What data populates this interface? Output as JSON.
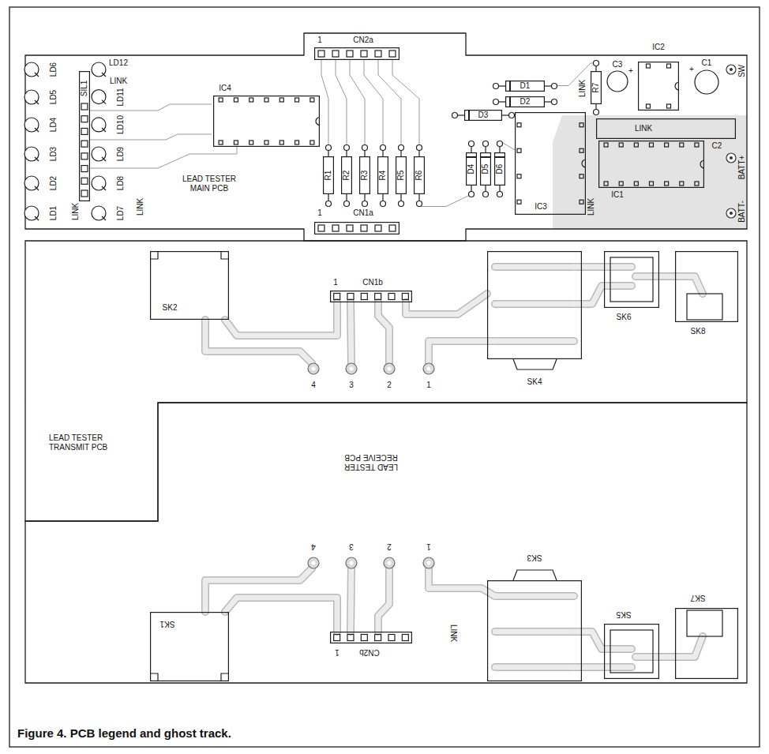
{
  "diagram": {
    "caption": "Figure 4. PCB legend and ghost track.",
    "nodes": [
      {
        "text": [
          "LEAD TESTER MAIN PCB"
        ]
      },
      {
        "text": [
          "LD6"
        ],
        "in": 0
      },
      {
        "text": [
          "LD5"
        ],
        "in": 0
      },
      {
        "text": [
          "LD4"
        ],
        "in": 0
      },
      {
        "text": [
          "LD3"
        ],
        "in": 0
      },
      {
        "text": [
          "LD2"
        ],
        "in": 0
      },
      {
        "text": [
          "LD1"
        ],
        "in": 0
      },
      {
        "text": [
          "LD12"
        ],
        "in": 0
      },
      {
        "text": [
          "LD11"
        ],
        "in": 0
      },
      {
        "text": [
          "LD10"
        ],
        "in": 0
      },
      {
        "text": [
          "LD9"
        ],
        "in": 0
      },
      {
        "text": [
          "LD8"
        ],
        "in": 0
      },
      {
        "text": [
          "LD7"
        ],
        "in": 0
      },
      {
        "text": [
          "SIL1"
        ],
        "in": 0
      },
      {
        "text": [
          "CN2a"
        ],
        "in": 0
      },
      {
        "text": [
          "IC4"
        ],
        "in": 0
      },
      {
        "text": [
          "R1"
        ],
        "in": 0
      },
      {
        "text": [
          "R2"
        ],
        "in": 0
      },
      {
        "text": [
          "R3"
        ],
        "in": 0
      },
      {
        "text": [
          "R4"
        ],
        "in": 0
      },
      {
        "text": [
          "R5"
        ],
        "in": 0
      },
      {
        "text": [
          "R6"
        ],
        "in": 0
      },
      {
        "text": [
          "CN1a"
        ],
        "in": 0
      },
      {
        "text": [
          "D1"
        ],
        "in": 0
      },
      {
        "text": [
          "D2"
        ],
        "in": 0
      },
      {
        "text": [
          "D3"
        ],
        "in": 0
      },
      {
        "text": [
          "D4"
        ],
        "in": 0
      },
      {
        "text": [
          "D5"
        ],
        "in": 0
      },
      {
        "text": [
          "D6"
        ],
        "in": 0
      },
      {
        "text": [
          "IC3"
        ],
        "in": 0
      },
      {
        "text": [
          "R7"
        ],
        "in": 0
      },
      {
        "text": [
          "C3"
        ],
        "in": 0
      },
      {
        "text": [
          "IC2"
        ],
        "in": 0
      },
      {
        "text": [
          "C1"
        ],
        "in": 0
      },
      {
        "text": [
          "LINK"
        ],
        "in": 0
      },
      {
        "text": [
          "IC1"
        ],
        "in": 0
      },
      {
        "text": [
          "LEAD TESTER TRANSMIT PCB"
        ]
      },
      {
        "text": [
          "SK2"
        ],
        "in": 36
      },
      {
        "text": [
          "CN1b"
        ],
        "in": 36
      },
      {
        "text": [
          "SK4"
        ],
        "in": 36
      },
      {
        "text": [
          "SK6"
        ],
        "in": 36
      },
      {
        "text": [
          "SK8"
        ],
        "in": 36
      },
      {
        "text": [
          "LEAD TESTER RECEIVE PCB"
        ]
      },
      {
        "text": [
          "SK1"
        ],
        "in": 42
      },
      {
        "text": [
          "CN2b"
        ],
        "in": 42
      },
      {
        "text": [
          "SK3"
        ],
        "in": 42
      },
      {
        "text": [
          "SK5"
        ],
        "in": 42
      },
      {
        "text": [
          "SK7"
        ],
        "in": 42
      }
    ],
    "labels": [
      "LINK",
      "LINK",
      "LINK",
      "1",
      "1",
      "LINK",
      "+",
      "+",
      "SW",
      "C2",
      "BATT+",
      "LINK",
      "BATT-",
      "1",
      "4",
      "3",
      "2",
      "1",
      "4",
      "3",
      "2",
      "1",
      "LINK",
      "1"
    ]
  }
}
